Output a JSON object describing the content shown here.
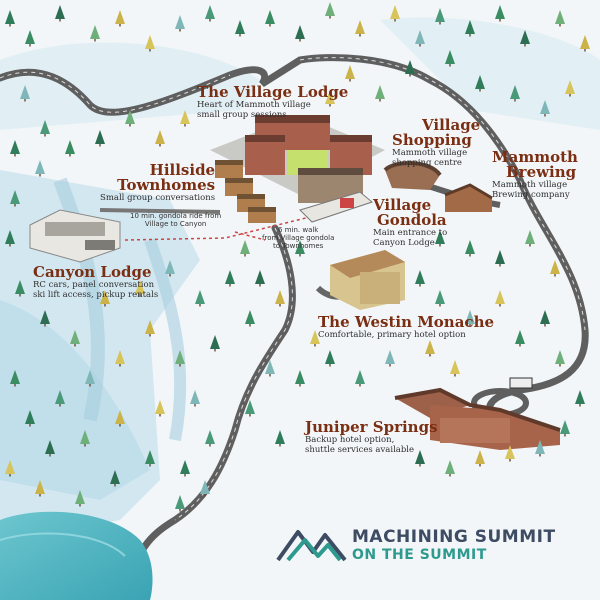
{
  "labels": {
    "village_lodge": {
      "title": "The Village Lodge",
      "lines": [
        "Heart of Mammoth village",
        "small group sessions"
      ]
    },
    "village_shopping": {
      "title_lines": [
        "Village",
        "Shopping"
      ],
      "lines": [
        "Mammoth village",
        "shopping centre"
      ]
    },
    "mammoth_brewing": {
      "title_lines": [
        "Mammoth",
        "Brewing"
      ],
      "lines": [
        "Mammoth village",
        "Brewing company"
      ]
    },
    "hillside_townhomes": {
      "title_lines": [
        "Hillside",
        "Townhomes"
      ],
      "lines": [
        "Small group conversations"
      ]
    },
    "village_gondola": {
      "title_lines": [
        "Village",
        "Gondola"
      ],
      "lines": [
        "Main entrance to",
        "Canyon Lodge"
      ]
    },
    "canyon_lodge": {
      "title": "Canyon Lodge",
      "lines": [
        "RC cars, panel conversation",
        "ski lift access, pickup rentals"
      ]
    },
    "westin": {
      "title": "The Westin Monache",
      "lines": [
        "Comfortable, primary hotel option"
      ]
    },
    "juniper_springs": {
      "title": "Juniper Springs",
      "lines": [
        "Backup hotel option,",
        "shuttle services available"
      ]
    }
  },
  "notes": {
    "gondola_ride": [
      "10 min. gondola ride from",
      "Village to Canyon"
    ],
    "walk": [
      "6 min. walk",
      "from Village gondola",
      "to Townhomes"
    ]
  },
  "logo": {
    "title": "MACHINING SUMMIT",
    "subtitle": "ON THE SUMMIT"
  },
  "colors": {
    "title": "#7a2e12",
    "road": "#5f5f5f",
    "lake": "#4fb3c0",
    "logo_dark": "#3d4b63",
    "logo_teal": "#2e9a8e"
  }
}
